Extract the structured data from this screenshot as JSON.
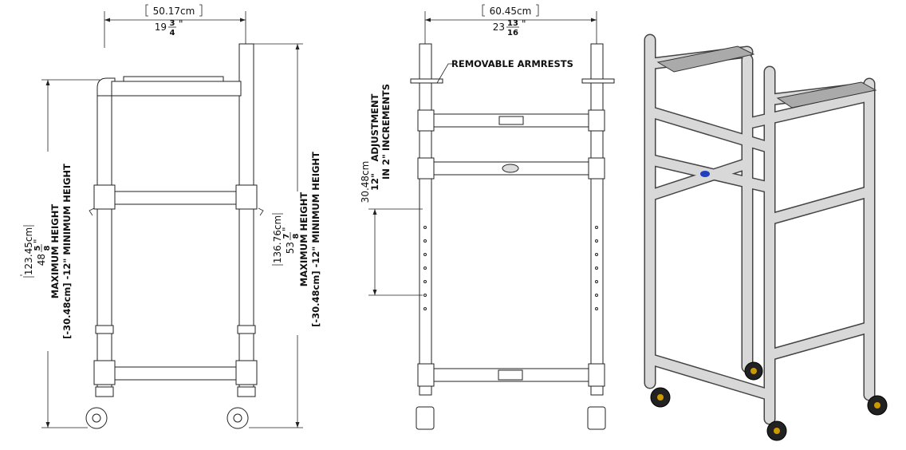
{
  "front_view": {
    "width_cm": "50.17cm",
    "width_in_whole": "19",
    "width_in_num": "3",
    "width_in_den": "4",
    "inch_mark": "\"",
    "height_cm": "123.45cm",
    "height_in_whole": "48",
    "height_in_num": "5",
    "height_in_den": "8",
    "max_label": "MAXIMUM HEIGHT",
    "min_label": "[-30.48cm] -12\" MINIMUM HEIGHT"
  },
  "side_view": {
    "width_cm": "60.45cm",
    "width_in_whole": "23",
    "width_in_num": "13",
    "width_in_den": "16",
    "inch_mark": "\"",
    "height_cm": "136.76cm",
    "height_in_whole": "53",
    "height_in_num": "7",
    "height_in_den": "8",
    "max_label": "MAXIMUM HEIGHT",
    "min_label": "[-30.48cm] -12\" MINIMUM HEIGHT",
    "adjust_cm": "30.48cm",
    "adjust_in": "12\"",
    "adjust_label_1": "ADJUSTMENT",
    "adjust_label_2": "IN 2\" INCREMENTS",
    "armrest_label": "REMOVABLE ARMRESTS"
  }
}
